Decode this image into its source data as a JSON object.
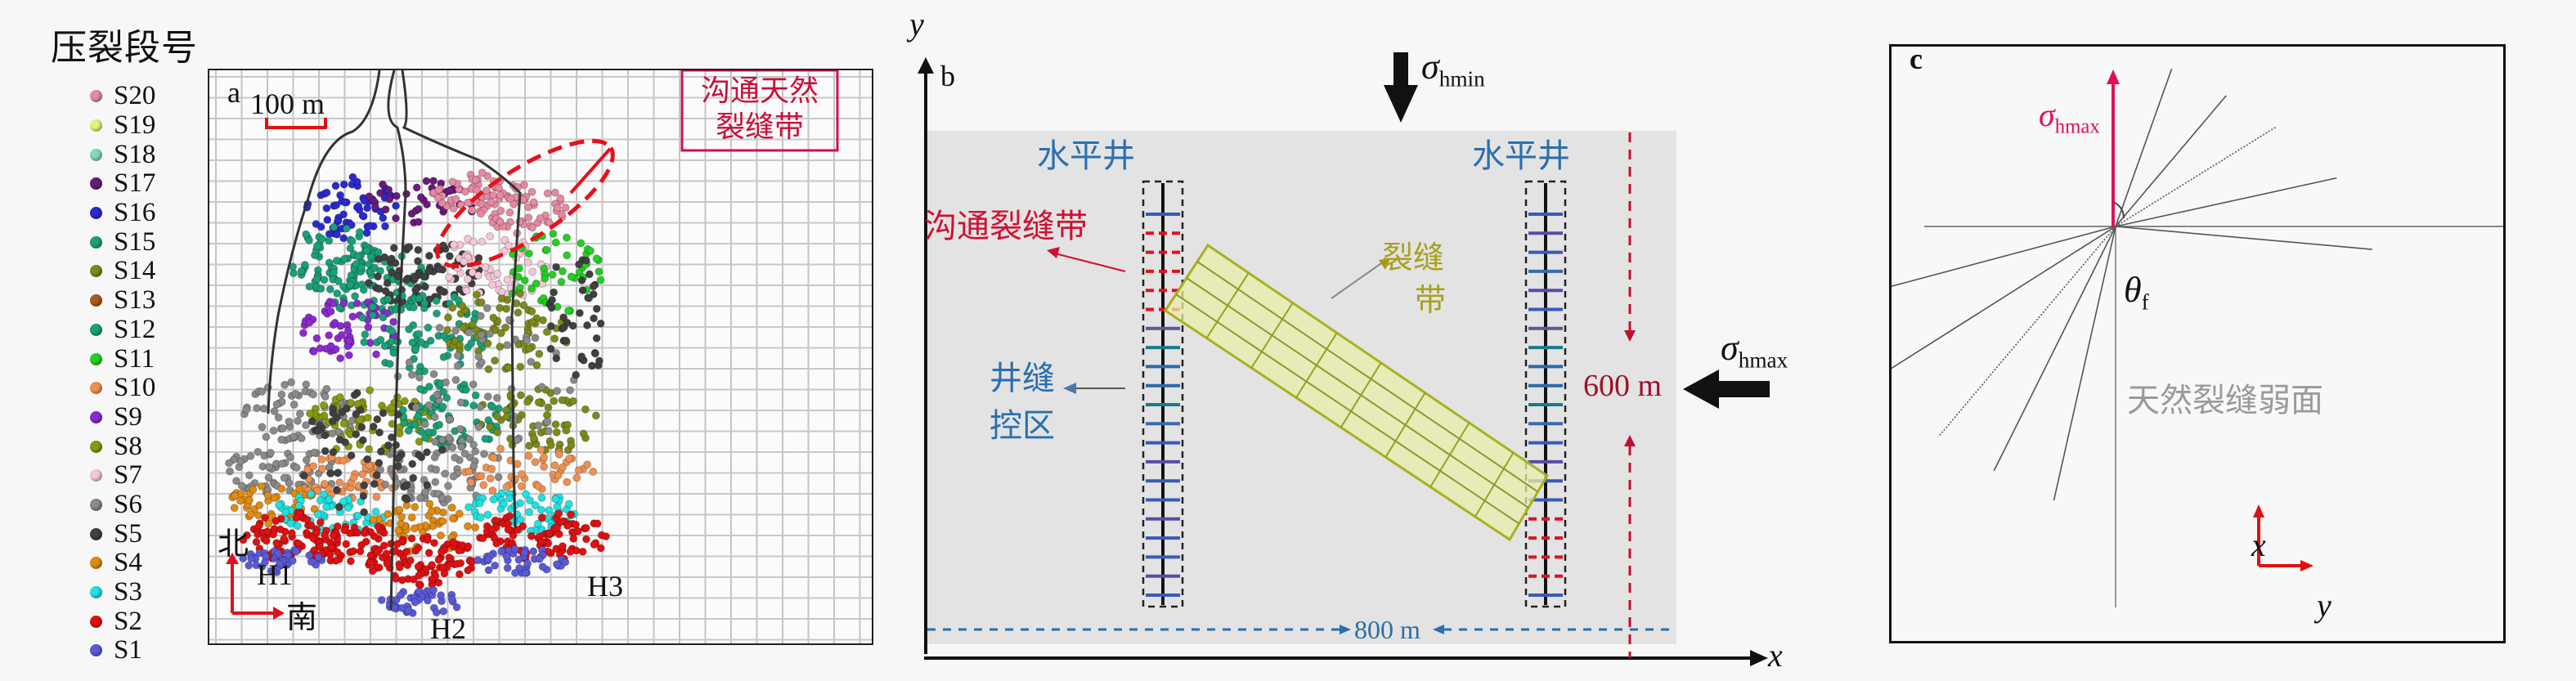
{
  "figure": {
    "legend": {
      "title": "压裂段号",
      "items": [
        {
          "label": "S20",
          "color": "#e58aa0"
        },
        {
          "label": "S19",
          "color": "#e6f07a"
        },
        {
          "label": "S18",
          "color": "#7fd8c0"
        },
        {
          "label": "S17",
          "color": "#6a1a7a"
        },
        {
          "label": "S16",
          "color": "#2a2ad0"
        },
        {
          "label": "S15",
          "color": "#19a07a"
        },
        {
          "label": "S14",
          "color": "#7d8a1a"
        },
        {
          "label": "S13",
          "color": "#a85a20"
        },
        {
          "label": "S12",
          "color": "#1aa078"
        },
        {
          "label": "S11",
          "color": "#22d022"
        },
        {
          "label": "S10",
          "color": "#f09050"
        },
        {
          "label": "S9",
          "color": "#8a2ad0"
        },
        {
          "label": "S8",
          "color": "#8a9a10"
        },
        {
          "label": "S7",
          "color": "#f5c6d6"
        },
        {
          "label": "S6",
          "color": "#8a8a8a"
        },
        {
          "label": "S5",
          "color": "#404040"
        },
        {
          "label": "S4",
          "color": "#e08a10"
        },
        {
          "label": "S3",
          "color": "#20e0e0"
        },
        {
          "label": "S2",
          "color": "#e01010"
        },
        {
          "label": "S1",
          "color": "#5a5ad8"
        }
      ]
    },
    "panel_a": {
      "letter": "a",
      "scale_bar": "100 m",
      "callout": {
        "line1": "沟通天然",
        "line2": "裂缝带",
        "color": "#d0104a"
      },
      "compass": {
        "north": "北",
        "south": "南"
      },
      "wells": [
        "H1",
        "H2",
        "H3"
      ]
    },
    "panel_b": {
      "letter": "b",
      "axis_x": "x",
      "axis_y": "y",
      "sigma_min": {
        "symbol": "σ",
        "sub": "hmin"
      },
      "sigma_max": {
        "symbol": "σ",
        "sub": "hmax"
      },
      "well_label_left": "水平井",
      "well_label_right": "水平井",
      "connect_zone_label": "沟通裂缝带",
      "fracture_band_label_1": "裂缝",
      "fracture_band_label_2": "带",
      "control_zone_label_1": "井缝",
      "control_zone_label_2": "控区",
      "dim_height": "600 m",
      "dim_width": "800 m",
      "colors": {
        "label_blue": "#2a6fb0",
        "red": "#d01030",
        "band": "#a8b020",
        "field": "#e3e3e3"
      }
    },
    "panel_c": {
      "letter": "c",
      "sigma_max": {
        "symbol": "σ",
        "sub": "hmax"
      },
      "theta": {
        "symbol": "θ",
        "sub": "f"
      },
      "weak_plane_label": "天然裂缝弱面",
      "axis_x": "x",
      "axis_y": "y",
      "colors": {
        "sigma": "#e0105a",
        "axes": "#e01010",
        "label": "#999999"
      }
    }
  }
}
